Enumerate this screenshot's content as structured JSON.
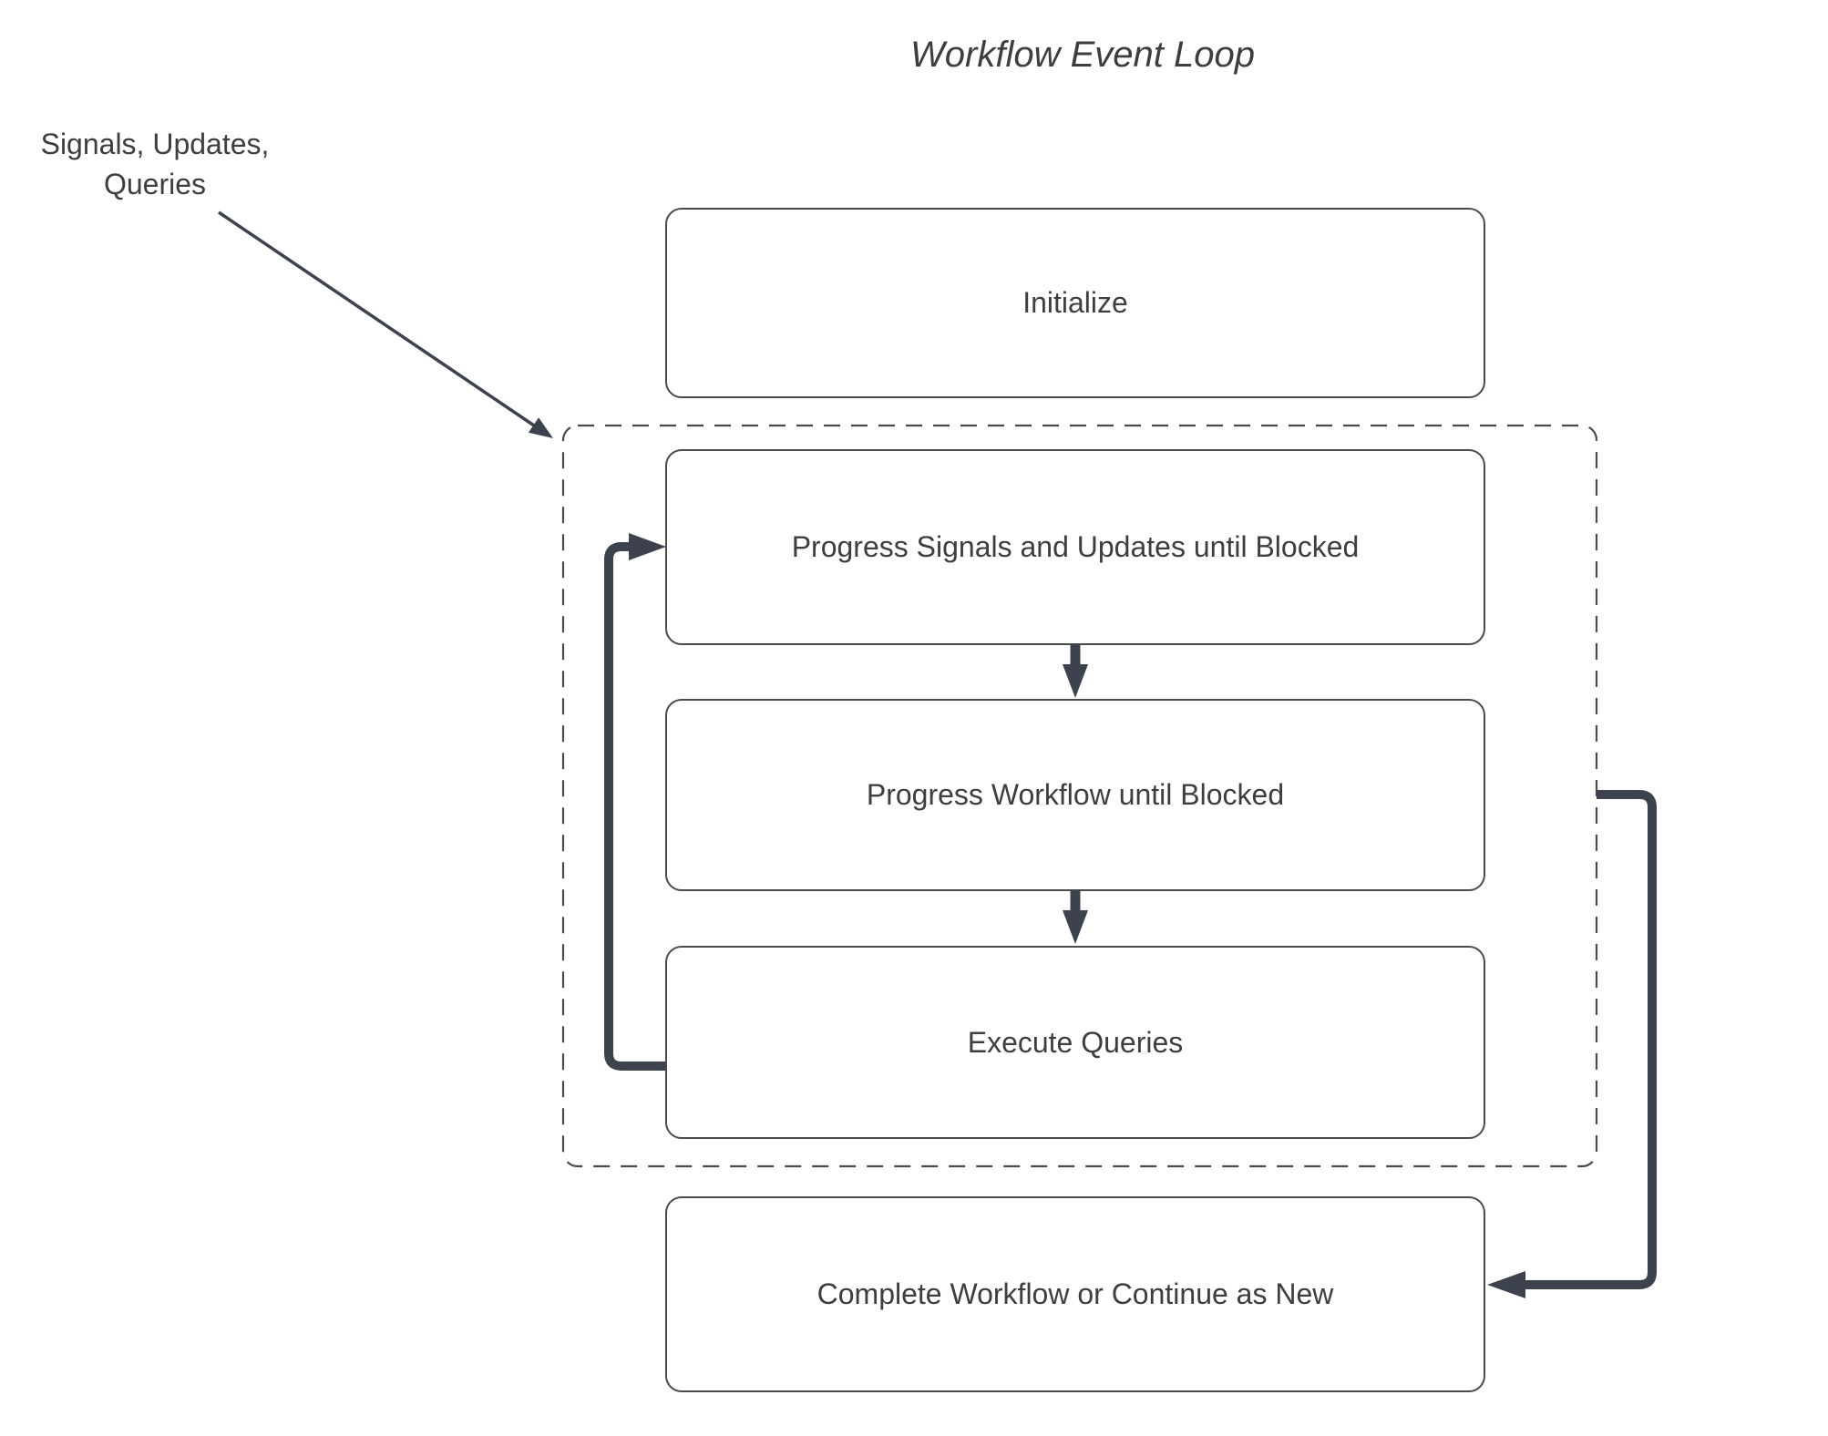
{
  "diagram": {
    "title": "Workflow Event Loop",
    "annotation": {
      "line1": "Signals, Updates,",
      "line2": "Queries"
    },
    "nodes": {
      "initialize": {
        "label": "Initialize"
      },
      "progress_signals": {
        "label": "Progress Signals and Updates until Blocked"
      },
      "progress_workflow": {
        "label": "Progress Workflow until Blocked"
      },
      "execute_queries": {
        "label": "Execute Queries"
      },
      "complete": {
        "label": "Complete Workflow or Continue as New"
      }
    }
  },
  "colors": {
    "background": "#ffffff",
    "text": "#3e3e3e",
    "box_border": "#4a4a4a",
    "boundary_border": "#4a4a4a",
    "arrow": "#3d434e"
  }
}
